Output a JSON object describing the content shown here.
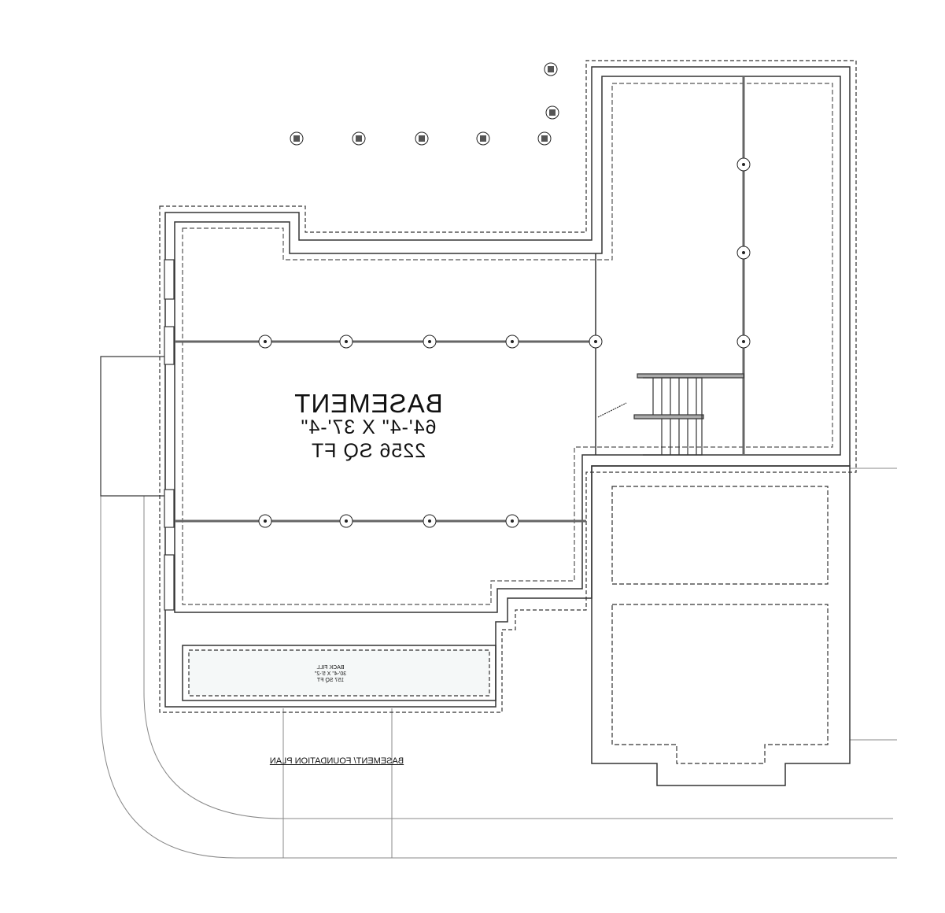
{
  "room": {
    "name": "BASEMENT",
    "dimensions": "64'-4\" X 37'-4\"",
    "area": "2256 SQ FT"
  },
  "backfill": {
    "name": "BACK FILL",
    "dimensions": "30'-4\" X 5'-2\"",
    "area": "157 SQ FT"
  },
  "plan_title": "BASEMENT/ FOUNDATION PLAN",
  "mirrored": true
}
